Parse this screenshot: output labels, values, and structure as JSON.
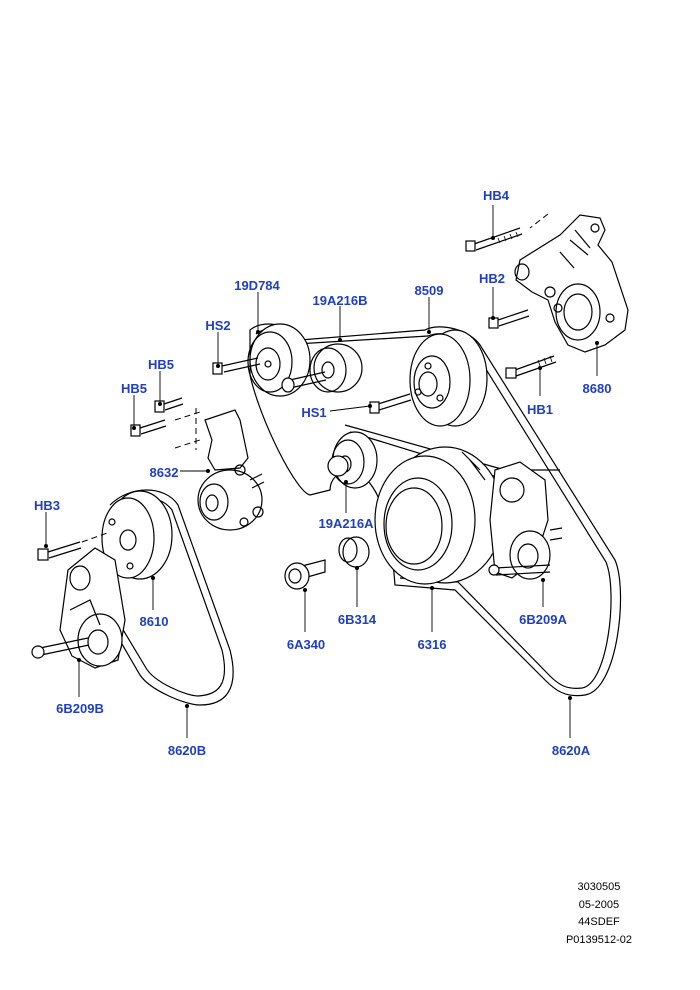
{
  "callouts": {
    "HB4": "HB4",
    "HB2": "HB2",
    "n8509": "8509",
    "n19D784": "19D784",
    "n19A216B": "19A216B",
    "HS2": "HS2",
    "HB5a": "HB5",
    "HB5b": "HB5",
    "HS1": "HS1",
    "HB1": "HB1",
    "n8680": "8680",
    "n8632": "8632",
    "n19A216A": "19A216A",
    "HB3": "HB3",
    "n8610": "8610",
    "n6B314": "6B314",
    "n6B209A": "6B209A",
    "n6A340": "6A340",
    "n6316": "6316",
    "n6B209B": "6B209B",
    "n8620B": "8620B",
    "n8620A": "8620A"
  },
  "footer": {
    "line1": "3030505",
    "line2": "05-2005",
    "line3": "44SDEF",
    "line4": "P0139512-02"
  }
}
